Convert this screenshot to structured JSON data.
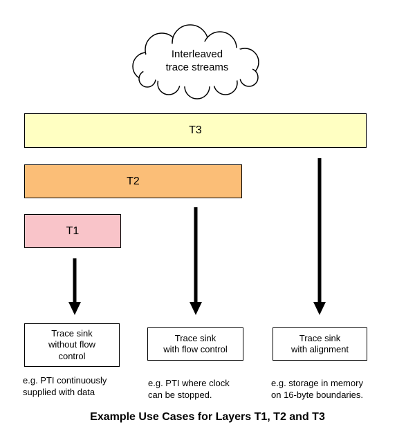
{
  "cloud": {
    "label": "Interleaved\ntrace streams"
  },
  "layers": [
    {
      "label": "T3",
      "color": "#FFFFC2"
    },
    {
      "label": "T2",
      "color": "#FBBE77"
    },
    {
      "label": "T1",
      "color": "#F9C4C9"
    }
  ],
  "sinks": [
    {
      "label": "Trace sink\nwithout flow\ncontrol",
      "caption": "e.g. PTI continuously\nsupplied with data"
    },
    {
      "label": "Trace sink\nwith flow control",
      "caption": "e.g. PTI where clock\ncan be stopped."
    },
    {
      "label": "Trace sink\nwith alignment",
      "caption": "e.g. storage in memory\non 16-byte boundaries."
    }
  ],
  "title": "Example Use Cases for Layers T1, T2 and T3"
}
